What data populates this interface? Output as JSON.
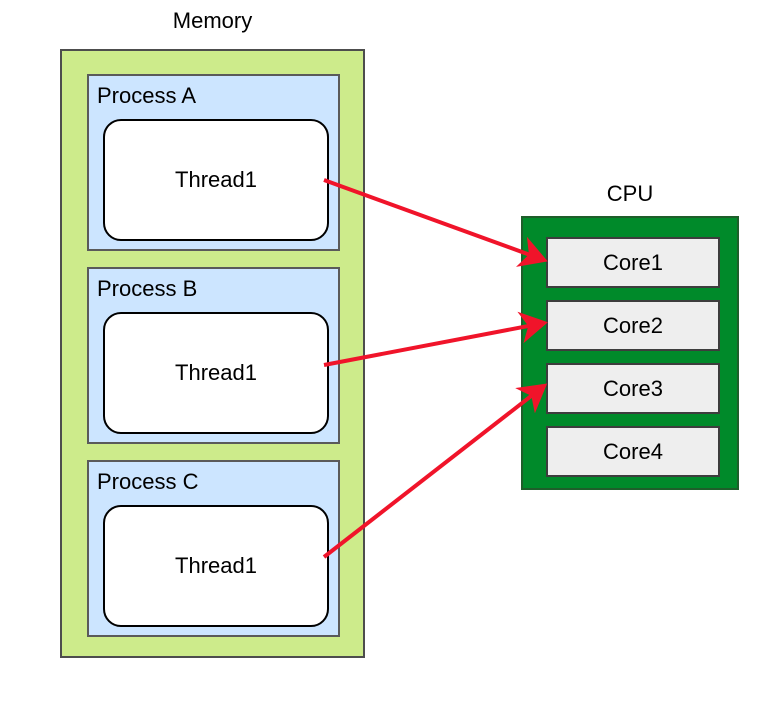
{
  "memory": {
    "label": "Memory",
    "fill_color": "#cdeb8b",
    "processes": [
      {
        "label": "Process A",
        "thread": "Thread1"
      },
      {
        "label": "Process B",
        "thread": "Thread1"
      },
      {
        "label": "Process C",
        "thread": "Thread1"
      }
    ],
    "process_fill_color": "#cce5ff"
  },
  "cpu": {
    "label": "CPU",
    "fill_color": "#008a2a",
    "cores": [
      "Core1",
      "Core2",
      "Core3",
      "Core4"
    ]
  },
  "edges": [
    {
      "from": "Process A / Thread1",
      "to": "Core1"
    },
    {
      "from": "Process B / Thread1",
      "to": "Core2"
    },
    {
      "from": "Process C / Thread1",
      "to": "Core3"
    }
  ],
  "arrow_color": "#f0142a"
}
